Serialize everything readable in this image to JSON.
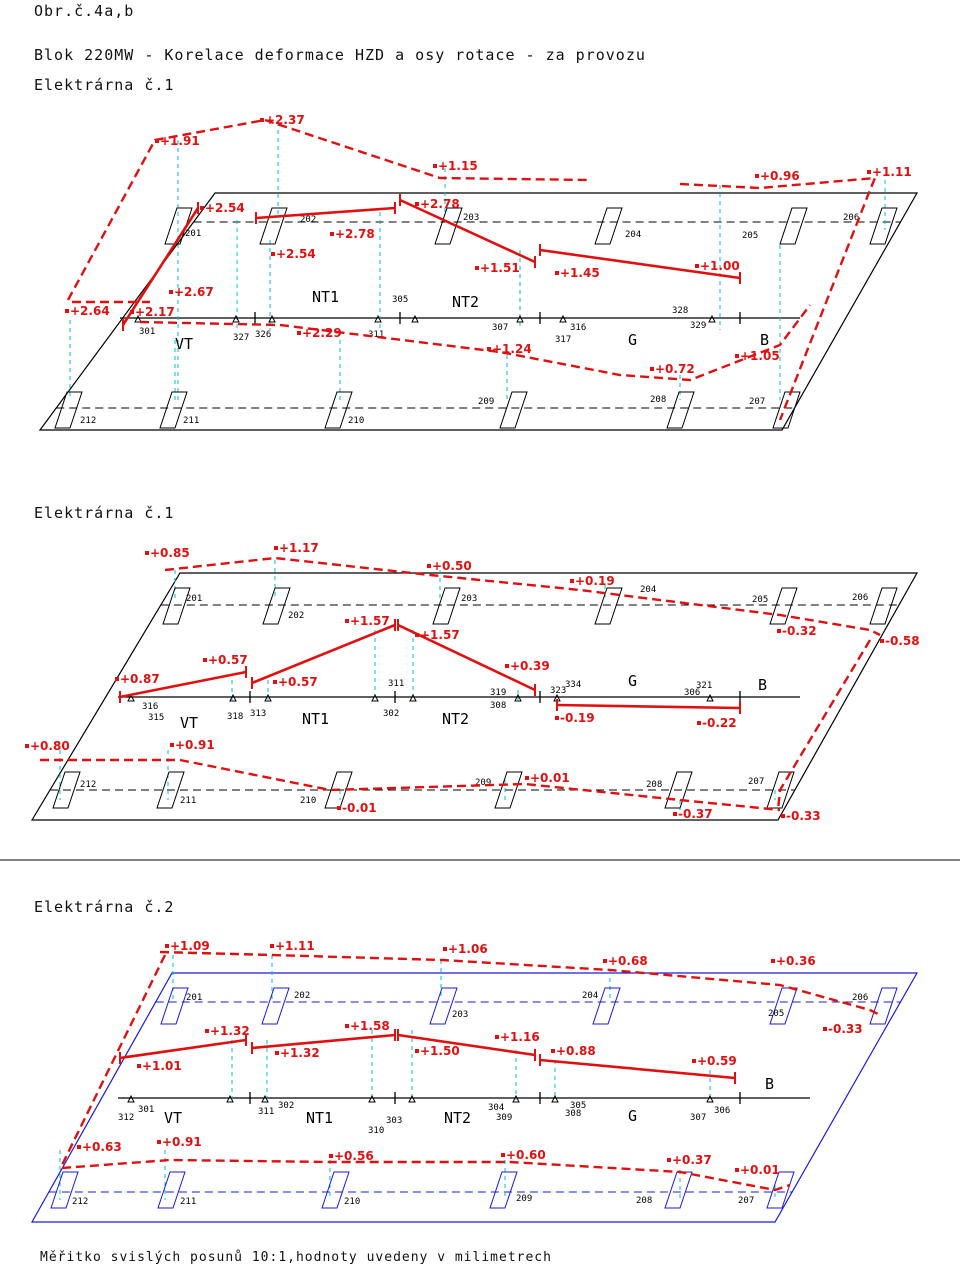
{
  "header": {
    "fig_label": "Obr.č.4a,b",
    "title": "Blok 220MW - Korelace deformace HZD a osy rotace - za provozu",
    "footer": "Měřitko svislých posunů 10:1,hodnoty uvedeny v milimetrech"
  },
  "colors": {
    "frame": "#000000",
    "frame2": "#1a1adc",
    "deform": "#e01010",
    "guide": "#00bcd4"
  },
  "panels": [
    {
      "label": "Elektrárna č.1",
      "axis_labels": [
        {
          "id": "301",
          "t": "301"
        },
        {
          "id": "327",
          "t": "327"
        },
        {
          "id": "326",
          "t": "326"
        },
        {
          "id": "305",
          "t": "305"
        },
        {
          "id": "311",
          "t": "311"
        },
        {
          "id": "307",
          "t": "307"
        },
        {
          "id": "317",
          "t": "317"
        },
        {
          "id": "316",
          "t": "316"
        },
        {
          "id": "328",
          "t": "328"
        },
        {
          "id": "329",
          "t": "329"
        }
      ],
      "section_labels": [
        "VT",
        "NT1",
        "NT2",
        "G",
        "B"
      ],
      "plates_top": [
        "201",
        "202",
        "203",
        "204",
        "205",
        "206"
      ],
      "plates_bottom": [
        "212",
        "211",
        "210",
        "209",
        "208",
        "207"
      ],
      "values": [
        "+1.91",
        "+2.37",
        "+1.15",
        "+0.96",
        "+1.11",
        "+2.64",
        "+2.54",
        "+2.54",
        "+2.78",
        "+2.78",
        "+1.51",
        "+1.45",
        "+1.00",
        "+2.67",
        "+2.17",
        "+2.29",
        "+1.24",
        "+0.72",
        "+1.05"
      ]
    },
    {
      "label": "Elektrárna č.1",
      "axis_labels": [
        {
          "id": "316",
          "t": "316"
        },
        {
          "id": "315",
          "t": "315"
        },
        {
          "id": "318",
          "t": "318"
        },
        {
          "id": "313",
          "t": "313"
        },
        {
          "id": "311",
          "t": "311"
        },
        {
          "id": "302",
          "t": "302"
        },
        {
          "id": "319",
          "t": "319"
        },
        {
          "id": "308",
          "t": "308"
        },
        {
          "id": "323",
          "t": "323"
        },
        {
          "id": "334",
          "t": "334"
        },
        {
          "id": "321",
          "t": "321"
        },
        {
          "id": "306",
          "t": "306"
        }
      ],
      "section_labels": [
        "VT",
        "NT1",
        "NT2",
        "G",
        "B"
      ],
      "plates_top": [
        "201",
        "202",
        "203",
        "204",
        "205",
        "206"
      ],
      "plates_bottom": [
        "212",
        "211",
        "210",
        "209",
        "208",
        "207"
      ],
      "values": [
        "+0.85",
        "+1.17",
        "+0.50",
        "+0.19",
        "-0.32",
        "-0.58",
        "+0.57",
        "+1.57",
        "+1.57",
        "+0.87",
        "+0.57",
        "+0.39",
        "-0.19",
        "-0.22",
        "+0.80",
        "+0.91",
        "+0.01",
        "-0.01",
        "-0.37",
        "-0.33"
      ]
    },
    {
      "label": "Elektrárna č.2",
      "axis_labels": [
        {
          "id": "312",
          "t": "312"
        },
        {
          "id": "301",
          "t": "301"
        },
        {
          "id": "311",
          "t": "311"
        },
        {
          "id": "302",
          "t": "302"
        },
        {
          "id": "310",
          "t": "310"
        },
        {
          "id": "303",
          "t": "303"
        },
        {
          "id": "304",
          "t": "304"
        },
        {
          "id": "309",
          "t": "309"
        },
        {
          "id": "308",
          "t": "308"
        },
        {
          "id": "305",
          "t": "305"
        },
        {
          "id": "307",
          "t": "307"
        },
        {
          "id": "306",
          "t": "306"
        }
      ],
      "section_labels": [
        "VT",
        "NT1",
        "NT2",
        "G",
        "B"
      ],
      "plates_top": [
        "201",
        "202",
        "203",
        "204",
        "205",
        "206"
      ],
      "plates_bottom": [
        "212",
        "211",
        "210",
        "209",
        "208",
        "207"
      ],
      "values": [
        "+1.09",
        "+1.11",
        "+1.06",
        "+0.68",
        "+0.36",
        "-0.33",
        "+1.32",
        "+1.58",
        "+1.16",
        "+1.01",
        "+1.32",
        "+1.50",
        "+0.88",
        "+0.59",
        "+0.63",
        "+0.91",
        "+0.56",
        "+0.60",
        "+0.37",
        "+0.01"
      ]
    }
  ]
}
